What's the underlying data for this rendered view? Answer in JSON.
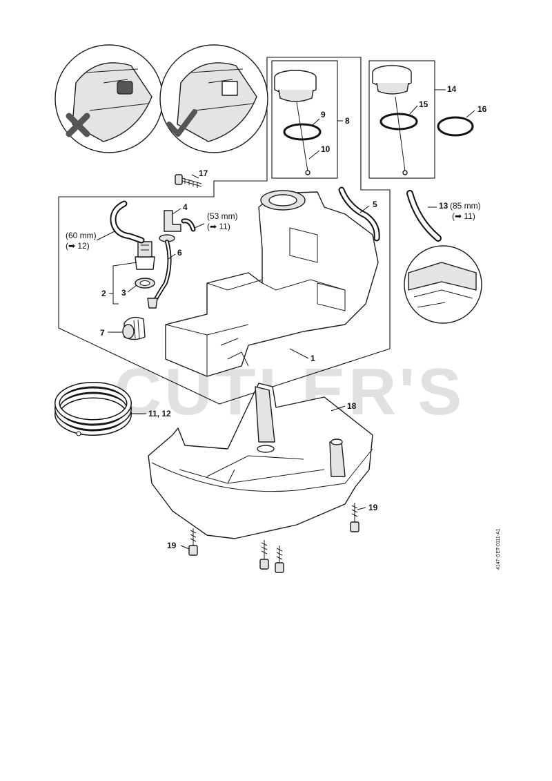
{
  "watermark": "CUTLER'S",
  "document_id": "4147-GET-0111-A1",
  "callouts": {
    "c1": "1",
    "c2": "2",
    "c3": "3",
    "c4": "4",
    "c5": "5",
    "c6": "6",
    "c7": "7",
    "c8": "8",
    "c9": "9",
    "c10": "10",
    "c11_12": "11, 12",
    "c13": "13",
    "c14": "14",
    "c15": "15",
    "c16": "16",
    "c17": "17",
    "c18": "18",
    "c19a": "19",
    "c19b": "19"
  },
  "notes": {
    "n60mm": "(60 mm)",
    "n60ref": "(➡ 12)",
    "n53mm": "(53 mm)",
    "n53ref": "(➡ 11)",
    "n85mm": "(85 mm)",
    "n85ref": "(➡ 11)"
  },
  "details": {
    "wrong_icon": "cross-mark-icon",
    "right_icon": "check-mark-icon"
  }
}
